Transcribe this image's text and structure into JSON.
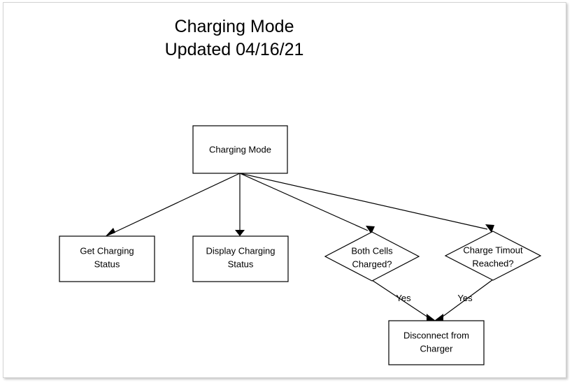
{
  "title": {
    "line1": "Charging Mode",
    "line2": "Updated 04/16/21"
  },
  "diagram": {
    "type": "flowchart",
    "nodes": [
      {
        "id": "charging-mode",
        "shape": "process",
        "label_line1": "Charging Mode",
        "label_line2": ""
      },
      {
        "id": "get-charging-status",
        "shape": "process",
        "label_line1": "Get Charging",
        "label_line2": "Status"
      },
      {
        "id": "display-charging-status",
        "shape": "process",
        "label_line1": "Display Charging",
        "label_line2": "Status"
      },
      {
        "id": "both-cells-charged",
        "shape": "decision",
        "label_line1": "Both Cells",
        "label_line2": "Charged?"
      },
      {
        "id": "charge-timout-reached",
        "shape": "decision",
        "label_line1": "Charge Timout",
        "label_line2": "Reached?"
      },
      {
        "id": "disconnect-from-charger",
        "shape": "process",
        "label_line1": "Disconnect from",
        "label_line2": "Charger"
      }
    ],
    "edges": [
      {
        "from": "charging-mode",
        "to": "get-charging-status",
        "label": ""
      },
      {
        "from": "charging-mode",
        "to": "display-charging-status",
        "label": ""
      },
      {
        "from": "charging-mode",
        "to": "both-cells-charged",
        "label": ""
      },
      {
        "from": "charging-mode",
        "to": "charge-timout-reached",
        "label": ""
      },
      {
        "from": "both-cells-charged",
        "to": "disconnect-from-charger",
        "label": "Yes"
      },
      {
        "from": "charge-timout-reached",
        "to": "disconnect-from-charger",
        "label": "Yes"
      }
    ],
    "edge_label_yes_left": "Yes",
    "edge_label_yes_right": "Yes"
  },
  "colors": {
    "shape_fill": "#ffffff",
    "shape_stroke": "#000000",
    "text": "#000000",
    "canvas": "#ffffff",
    "frame_border": "#d3d3d3"
  }
}
